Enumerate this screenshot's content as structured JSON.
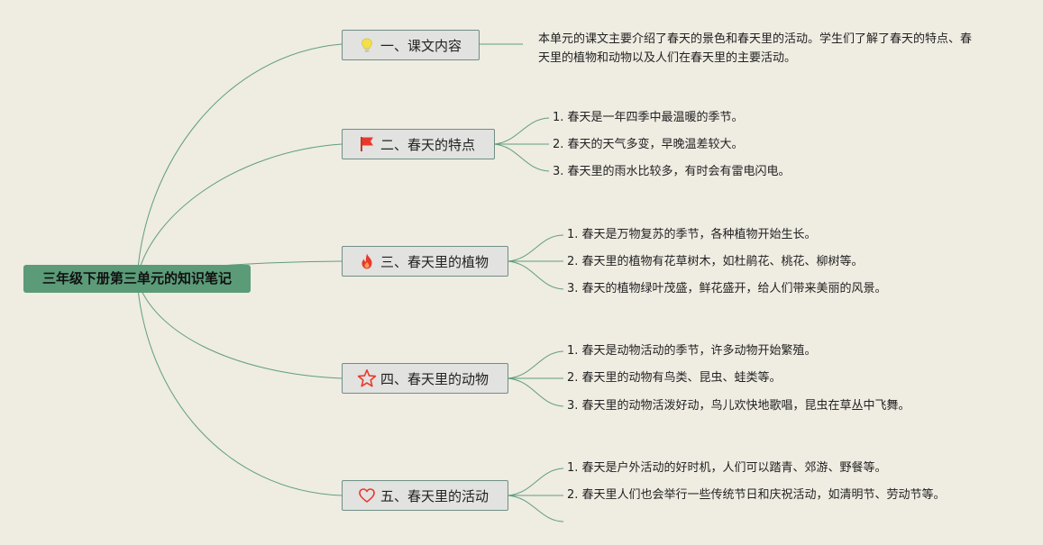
{
  "root": {
    "title": "三年级下册第三单元的知识笔记"
  },
  "topics": [
    {
      "label": "一、课文内容",
      "icon": "lightbulb-icon",
      "text": "本单元的课文主要介绍了春天的景色和春天里的活动。学生们了解了春天的特点、春天里的植物和动物以及人们在春天里的主要活动。"
    },
    {
      "label": "二、春天的特点",
      "icon": "flag-icon",
      "items": [
        "1. 春天是一年四季中最温暖的季节。",
        "2. 春天的天气多变，早晚温差较大。",
        "3. 春天里的雨水比较多，有时会有雷电闪电。"
      ]
    },
    {
      "label": "三、春天里的植物",
      "icon": "fire-icon",
      "items": [
        "1. 春天是万物复苏的季节，各种植物开始生长。",
        "2. 春天里的植物有花草树木，如杜鹃花、桃花、柳树等。",
        "3. 春天的植物绿叶茂盛，鲜花盛开，给人们带来美丽的风景。"
      ]
    },
    {
      "label": "四、春天里的动物",
      "icon": "star-icon",
      "items": [
        "1. 春天是动物活动的季节，许多动物开始繁殖。",
        "2. 春天里的动物有鸟类、昆虫、蛙类等。",
        "3. 春天里的动物活泼好动，鸟儿欢快地歌唱，昆虫在草丛中飞舞。"
      ]
    },
    {
      "label": "五、春天里的活动",
      "icon": "heart-icon",
      "items": [
        "1. 春天是户外活动的好时机，人们可以踏青、郊游、野餐等。",
        "2. 春天里人们也会举行一些传统节日和庆祝活动，如清明节、劳动节等。",
        ""
      ]
    }
  ],
  "colors": {
    "background": "#efece2",
    "root": "#5b9b78",
    "line": "#5f9e80",
    "topic_border": "#6f8f86"
  }
}
